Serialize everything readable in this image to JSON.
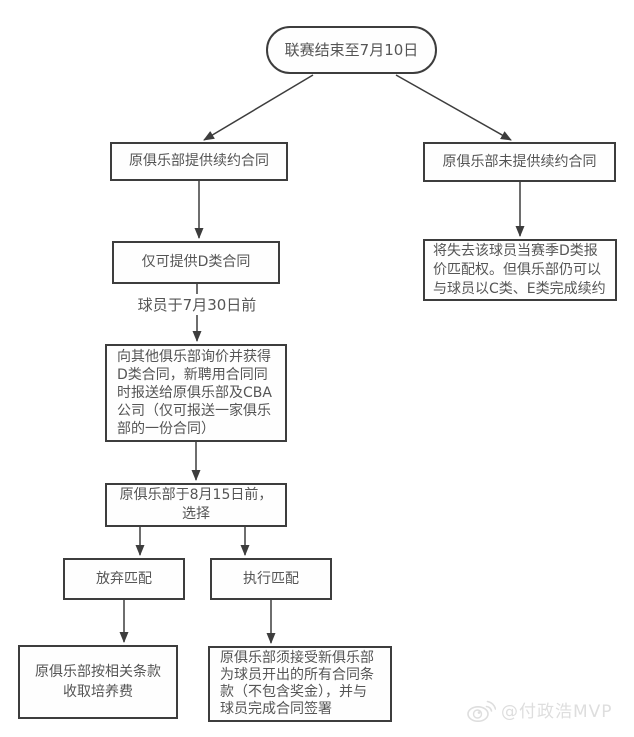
{
  "diagram": {
    "nodes": {
      "start": {
        "label": "联赛结束至7月10日"
      },
      "offer": {
        "label": "原俱乐部提供续约合同"
      },
      "no_offer": {
        "label": "原俱乐部未提供续约合同"
      },
      "d_only": {
        "label": "仅可提供D类合同"
      },
      "lose_right": {
        "label": "将失去该球员当赛季D类报价匹配权。但俱乐部仍可以与球员以C类、E类完成续约"
      },
      "inquiry": {
        "label": "向其他俱乐部询价并获得D类合同，新聘用合同同时报送给原俱乐部及CBA公司（仅可报送一家俱乐部的一份合同）"
      },
      "choose": {
        "label": "原俱乐部于8月15日前，选择"
      },
      "give_up": {
        "label": "放弃匹配"
      },
      "execute": {
        "label": "执行匹配"
      },
      "fee": {
        "label": "原俱乐部按相关条款收取培养费"
      },
      "accept": {
        "label": "原俱乐部须接受新俱乐部为球员开出的所有合同条款（不包含奖金），并与球员完成合同签署"
      }
    },
    "edge_label": "球员于7月30日前"
  },
  "watermark": {
    "icon": "weibo-icon",
    "text": "@付政浩MVP"
  },
  "colors": {
    "border": "#3d3d3d",
    "text": "#555555",
    "background": "#ffffff",
    "watermark": "#dedede"
  }
}
